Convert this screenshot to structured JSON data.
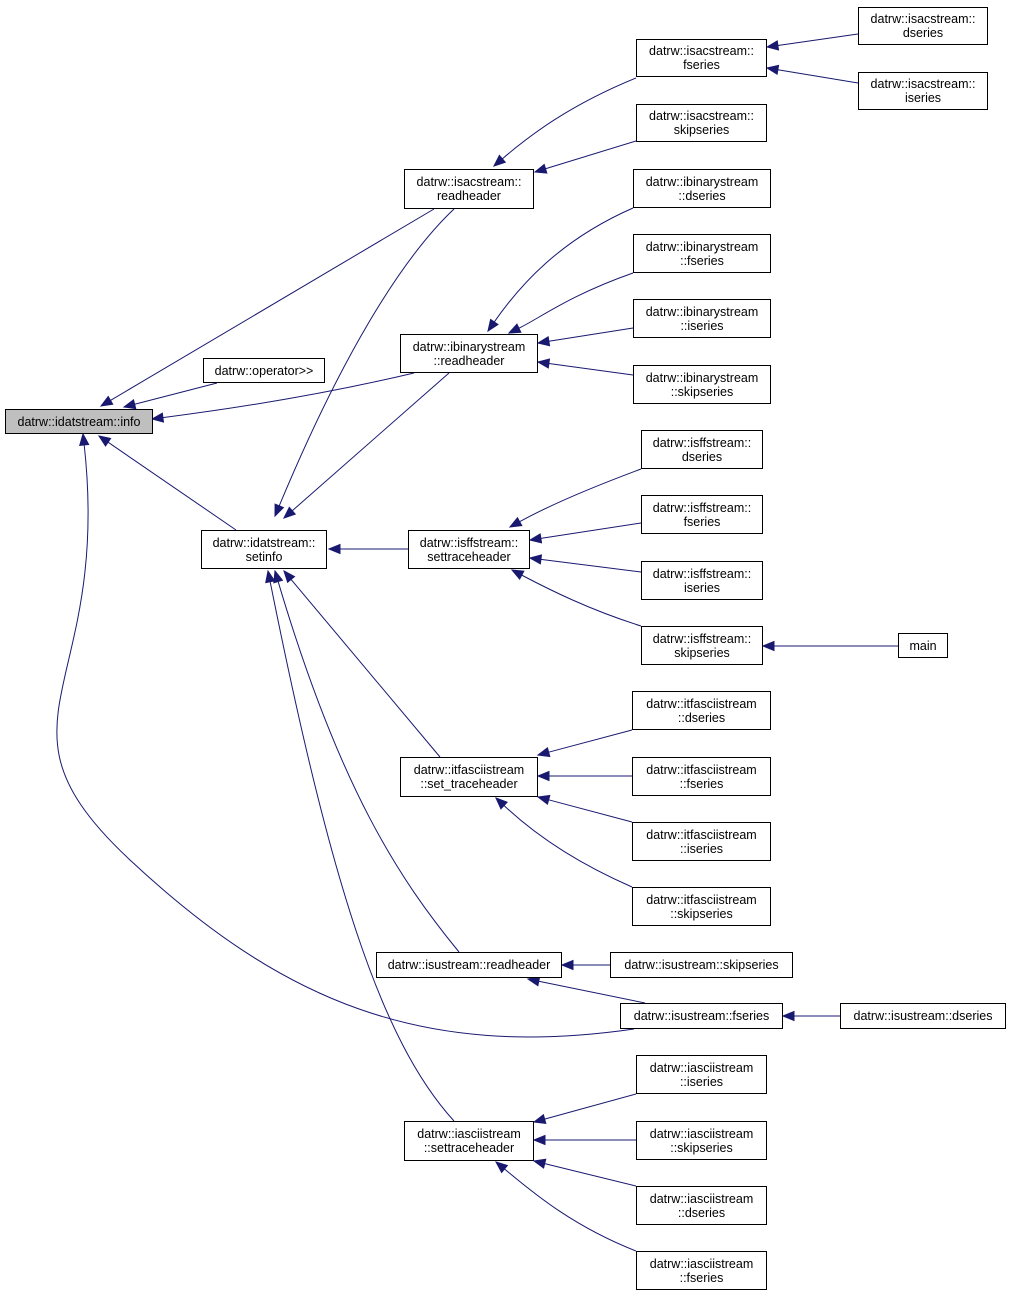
{
  "colors": {
    "edge": "#191970",
    "node_border": "#000000",
    "root_fill": "#bfbfbf",
    "node_fill": "#ffffff"
  },
  "nodes": [
    {
      "id": "info",
      "lines": [
        "datrw::idatstream::info"
      ]
    },
    {
      "id": "operator",
      "lines": [
        "datrw::operator>>"
      ]
    },
    {
      "id": "setinfo",
      "lines": [
        "datrw::idatstream::",
        "setinfo"
      ]
    },
    {
      "id": "isac_rh",
      "lines": [
        "datrw::isacstream::",
        "readheader"
      ]
    },
    {
      "id": "ibin_rh",
      "lines": [
        "datrw::ibinarystream",
        "::readheader"
      ]
    },
    {
      "id": "isff_st",
      "lines": [
        "datrw::isffstream::",
        "settraceheader"
      ]
    },
    {
      "id": "itfa_st",
      "lines": [
        "datrw::itfasciistream",
        "::set_traceheader"
      ]
    },
    {
      "id": "isu_rh",
      "lines": [
        "datrw::isustream::readheader"
      ]
    },
    {
      "id": "iasc_st",
      "lines": [
        "datrw::iasciistream",
        "::settraceheader"
      ]
    },
    {
      "id": "isac_fs",
      "lines": [
        "datrw::isacstream::",
        "fseries"
      ]
    },
    {
      "id": "isac_sk",
      "lines": [
        "datrw::isacstream::",
        "skipseries"
      ]
    },
    {
      "id": "isac_ds",
      "lines": [
        "datrw::isacstream::",
        "dseries"
      ]
    },
    {
      "id": "isac_is",
      "lines": [
        "datrw::isacstream::",
        "iseries"
      ]
    },
    {
      "id": "ibin_ds",
      "lines": [
        "datrw::ibinarystream",
        "::dseries"
      ]
    },
    {
      "id": "ibin_fs",
      "lines": [
        "datrw::ibinarystream",
        "::fseries"
      ]
    },
    {
      "id": "ibin_is",
      "lines": [
        "datrw::ibinarystream",
        "::iseries"
      ]
    },
    {
      "id": "ibin_sk",
      "lines": [
        "datrw::ibinarystream",
        "::skipseries"
      ]
    },
    {
      "id": "isff_ds",
      "lines": [
        "datrw::isffstream::",
        "dseries"
      ]
    },
    {
      "id": "isff_fs",
      "lines": [
        "datrw::isffstream::",
        "fseries"
      ]
    },
    {
      "id": "isff_is",
      "lines": [
        "datrw::isffstream::",
        "iseries"
      ]
    },
    {
      "id": "isff_sk",
      "lines": [
        "datrw::isffstream::",
        "skipseries"
      ]
    },
    {
      "id": "main",
      "lines": [
        "main"
      ]
    },
    {
      "id": "itfa_ds",
      "lines": [
        "datrw::itfasciistream",
        "::dseries"
      ]
    },
    {
      "id": "itfa_fs",
      "lines": [
        "datrw::itfasciistream",
        "::fseries"
      ]
    },
    {
      "id": "itfa_is",
      "lines": [
        "datrw::itfasciistream",
        "::iseries"
      ]
    },
    {
      "id": "itfa_sk",
      "lines": [
        "datrw::itfasciistream",
        "::skipseries"
      ]
    },
    {
      "id": "isu_sk",
      "lines": [
        "datrw::isustream::skipseries"
      ]
    },
    {
      "id": "isu_fs",
      "lines": [
        "datrw::isustream::fseries"
      ]
    },
    {
      "id": "isu_ds",
      "lines": [
        "datrw::isustream::dseries"
      ]
    },
    {
      "id": "iasc_is",
      "lines": [
        "datrw::iasciistream",
        "::iseries"
      ]
    },
    {
      "id": "iasc_sk",
      "lines": [
        "datrw::iasciistream",
        "::skipseries"
      ]
    },
    {
      "id": "iasc_ds",
      "lines": [
        "datrw::iasciistream",
        "::dseries"
      ]
    },
    {
      "id": "iasc_fs",
      "lines": [
        "datrw::iasciistream",
        "::fseries"
      ]
    }
  ],
  "edges": [
    {
      "from": "isac_rh",
      "to": "info"
    },
    {
      "from": "operator",
      "to": "info"
    },
    {
      "from": "ibin_rh",
      "to": "info"
    },
    {
      "from": "setinfo",
      "to": "info"
    },
    {
      "from": "isu_fs",
      "to": "info"
    },
    {
      "from": "isac_rh",
      "to": "setinfo"
    },
    {
      "from": "ibin_rh",
      "to": "setinfo"
    },
    {
      "from": "isff_st",
      "to": "setinfo"
    },
    {
      "from": "itfa_st",
      "to": "setinfo"
    },
    {
      "from": "isu_rh",
      "to": "setinfo"
    },
    {
      "from": "iasc_st",
      "to": "setinfo"
    },
    {
      "from": "isac_fs",
      "to": "isac_rh"
    },
    {
      "from": "isac_sk",
      "to": "isac_rh"
    },
    {
      "from": "isac_ds",
      "to": "isac_fs"
    },
    {
      "from": "isac_is",
      "to": "isac_fs"
    },
    {
      "from": "ibin_ds",
      "to": "ibin_rh"
    },
    {
      "from": "ibin_fs",
      "to": "ibin_rh"
    },
    {
      "from": "ibin_is",
      "to": "ibin_rh"
    },
    {
      "from": "ibin_sk",
      "to": "ibin_rh"
    },
    {
      "from": "isff_ds",
      "to": "isff_st"
    },
    {
      "from": "isff_fs",
      "to": "isff_st"
    },
    {
      "from": "isff_is",
      "to": "isff_st"
    },
    {
      "from": "isff_sk",
      "to": "isff_st"
    },
    {
      "from": "main",
      "to": "isff_sk"
    },
    {
      "from": "itfa_ds",
      "to": "itfa_st"
    },
    {
      "from": "itfa_fs",
      "to": "itfa_st"
    },
    {
      "from": "itfa_is",
      "to": "itfa_st"
    },
    {
      "from": "itfa_sk",
      "to": "itfa_st"
    },
    {
      "from": "isu_sk",
      "to": "isu_rh"
    },
    {
      "from": "isu_fs",
      "to": "isu_rh"
    },
    {
      "from": "isu_ds",
      "to": "isu_fs"
    },
    {
      "from": "iasc_is",
      "to": "iasc_st"
    },
    {
      "from": "iasc_sk",
      "to": "iasc_st"
    },
    {
      "from": "iasc_ds",
      "to": "iasc_st"
    },
    {
      "from": "iasc_fs",
      "to": "iasc_st"
    }
  ]
}
